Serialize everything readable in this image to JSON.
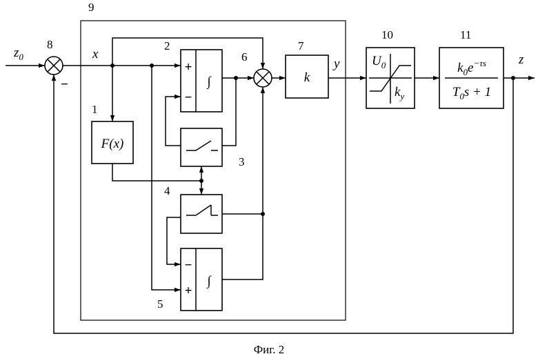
{
  "diagram": {
    "caption": "Фиг. 2",
    "numbers": [
      "1",
      "2",
      "3",
      "4",
      "5",
      "6",
      "7",
      "8",
      "9",
      "10",
      "11"
    ],
    "signals": {
      "z0": "z",
      "z0_sub": "0",
      "x": "x",
      "y": "y",
      "z": "z"
    },
    "signs": {
      "plus": "+",
      "minus": "−"
    },
    "blocks": {
      "b1": {
        "text": "F(x)"
      },
      "b2": {
        "symbol": "∫"
      },
      "b5": {
        "symbol": "∫"
      },
      "b7": {
        "text": "k"
      },
      "b10": {
        "upper": "U",
        "upper_sub": "0",
        "lower": "k",
        "lower_sub": "y"
      },
      "b11": {
        "num_k": "k",
        "num_k_sub": "0",
        "num_e": "e",
        "num_exp": "−τs",
        "den_T": "T",
        "den_T_sub": "0",
        "den_rest": "s + 1"
      }
    }
  }
}
